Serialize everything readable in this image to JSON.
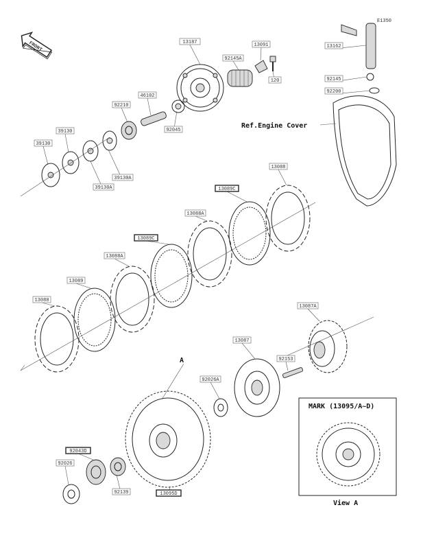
{
  "diagram_code": "E1350",
  "front_label": "FRONT",
  "ref_text": "Ref.Engine Cover",
  "view_caption": "View A",
  "view_mark": "MARK (13095/A~D)",
  "a_mark": "A",
  "parts": [
    {
      "id": "13187",
      "label": "13187"
    },
    {
      "id": "13091",
      "label": "13091"
    },
    {
      "id": "92145A",
      "label": "92145A"
    },
    {
      "id": "120",
      "label": "120"
    },
    {
      "id": "13162",
      "label": "13162"
    },
    {
      "id": "92145",
      "label": "92145"
    },
    {
      "id": "92200",
      "label": "92200"
    },
    {
      "id": "46102",
      "label": "46102"
    },
    {
      "id": "92210",
      "label": "92210"
    },
    {
      "id": "92045",
      "label": "92045"
    },
    {
      "id": "39130",
      "label": "39130"
    },
    {
      "id": "39130b",
      "label": "39130"
    },
    {
      "id": "39130A",
      "label": "39130A"
    },
    {
      "id": "39130Ab",
      "label": "39130A"
    },
    {
      "id": "13088",
      "label": "13088"
    },
    {
      "id": "13089C",
      "label": "13089C"
    },
    {
      "id": "13088A",
      "label": "13088A"
    },
    {
      "id": "13089C2",
      "label": "13089C"
    },
    {
      "id": "13088A2",
      "label": "13088A"
    },
    {
      "id": "13089",
      "label": "13089"
    },
    {
      "id": "13088b",
      "label": "13088"
    },
    {
      "id": "13087A",
      "label": "13087A"
    },
    {
      "id": "13087",
      "label": "13087"
    },
    {
      "id": "92153",
      "label": "92153"
    },
    {
      "id": "92026A",
      "label": "92026A"
    },
    {
      "id": "92043D",
      "label": "92043D"
    },
    {
      "id": "92026",
      "label": "92026"
    },
    {
      "id": "92139",
      "label": "92139"
    },
    {
      "id": "13095D",
      "label": "13095D"
    }
  ]
}
